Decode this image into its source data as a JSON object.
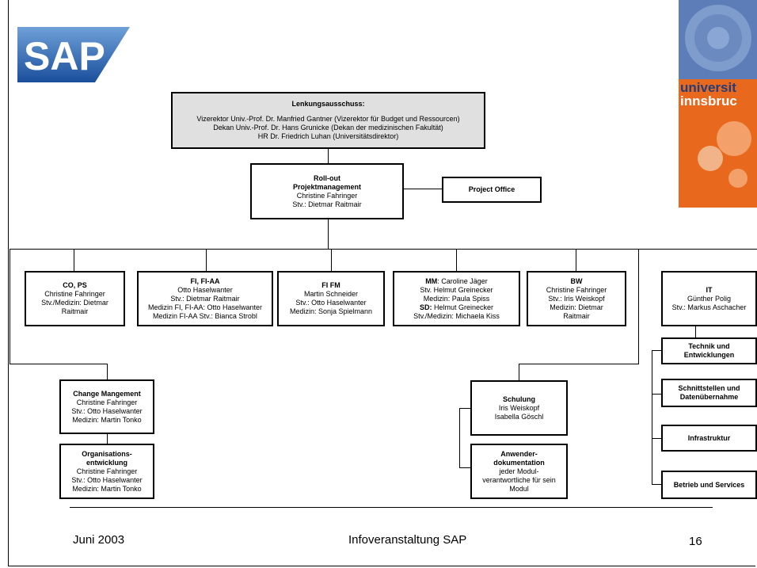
{
  "logos": {
    "sap_text": "SAP",
    "uni_text_1": "universit",
    "uni_text_2": "innsbruc"
  },
  "steering": {
    "title": "Lenkungsausschuss:",
    "line1": "Vizerektor Univ.-Prof. Dr. Manfried Gantner (Vizerektor für Budget und Ressourcen)",
    "line2": "Dekan Univ.-Prof. Dr. Hans Grunicke (Dekan der medizinischen Fakultät)",
    "line3": "HR Dr. Friedrich Luhan (Universitätsdirektor)"
  },
  "pm": {
    "title1": "Roll-out",
    "title2": "Projektmanagement",
    "name": "Christine Fahringer",
    "stv": "Stv.: Dietmar Raitmair"
  },
  "office": {
    "title": "Project Office"
  },
  "co": {
    "title": "CO, PS",
    "l1": "Christine Fahringer",
    "l2": "Stv./Medizin: Dietmar",
    "l3": "Raitmair"
  },
  "fi": {
    "title": "FI, FI-AA",
    "l1": "Otto Haselwanter",
    "l2": "Stv.: Dietmar Raitmair",
    "l3": "Medizin FI, FI-AA: Otto Haselwanter",
    "l4": "Medizin FI-AA Stv.: Bianca Strobl"
  },
  "fm": {
    "title": "FI FM",
    "l1": "Martin Schneider",
    "l2": "Stv.: Otto Haselwanter",
    "l3": "Medizin: Sonja Spielmann"
  },
  "mm": {
    "mm_label": "MM",
    "l1": ": Caroline Jäger",
    "l2": "Stv. Helmut Greinecker",
    "l3": "Medizin: Paula Spiss",
    "sd_label": "SD:",
    "l4": " Helmut Greinecker",
    "l5": "Stv./Medizin: Michaela Kiss"
  },
  "bw": {
    "title": "BW",
    "l1": "Christine Fahringer",
    "l2": "Stv.: Iris Weiskopf",
    "l3": "Medizin: Dietmar",
    "l4": "Raitmair"
  },
  "it": {
    "title": "IT",
    "l1": "Günther Polig",
    "l2": "Stv.: Markus Aschacher"
  },
  "change": {
    "title": "Change Mangement",
    "l1": "Christine Fahringer",
    "l2": "Stv.: Otto Haselwanter",
    "l3": "Medizin: Martin Tonko"
  },
  "orga": {
    "title1": "Organisations-",
    "title2": "entwicklung",
    "l1": "Christine Fahringer",
    "l2": "Stv.: Otto Haselwanter",
    "l3": "Medizin: Martin Tonko"
  },
  "schulung": {
    "title": "Schulung",
    "l1": "Iris Weiskopf",
    "l2": "Isabella Göschl"
  },
  "doku": {
    "title1": "Anwender-",
    "title2": "dokumentation",
    "l1": "jeder Modul-",
    "l2": "verantwortliche für sein",
    "l3": "Modul"
  },
  "it_subs": {
    "s1a": "Technik und",
    "s1b": "Entwicklungen",
    "s2a": "Schnittstellen und",
    "s2b": "Datenübernahme",
    "s3": "Infrastruktur",
    "s4": "Betrieb und Services"
  },
  "footer": {
    "date": "Juni 2003",
    "title": "Infoveranstaltung SAP",
    "page": "16"
  },
  "colors": {
    "steering_bg": "#e0e0e0",
    "uni_orange": "#e8681e",
    "uni_blue": "#4a6fa5",
    "sap_blue": "#1a5aa8"
  }
}
